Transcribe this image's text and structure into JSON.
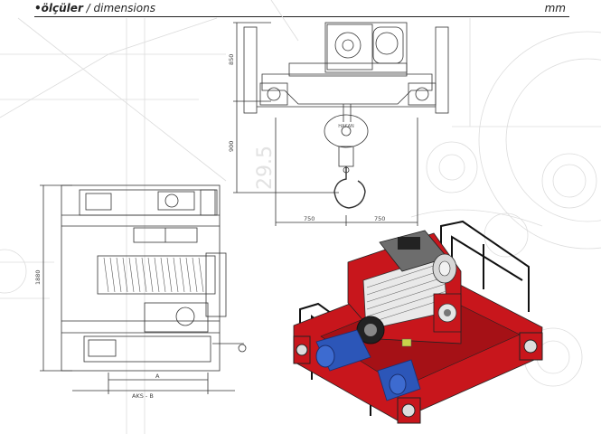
{
  "header": {
    "bullet": "•",
    "title_bold": "ölçüler",
    "title_rest": " / dimensions",
    "unit": "mm"
  },
  "drawing": {
    "front_view": {
      "height_top": "850",
      "height_hook": "900",
      "half_span_left": "750",
      "half_span_right": "750",
      "hook_brand": "HAKAN"
    },
    "top_view": {
      "overall_length": "1880",
      "dim_a": "A",
      "dim_b": "AKS - B"
    },
    "background_mark": "29.5"
  },
  "colors": {
    "frame_red": "#c8161c",
    "motor_blue": "#2c56b8",
    "line": "#333333",
    "faint": "#d8d8d8"
  }
}
